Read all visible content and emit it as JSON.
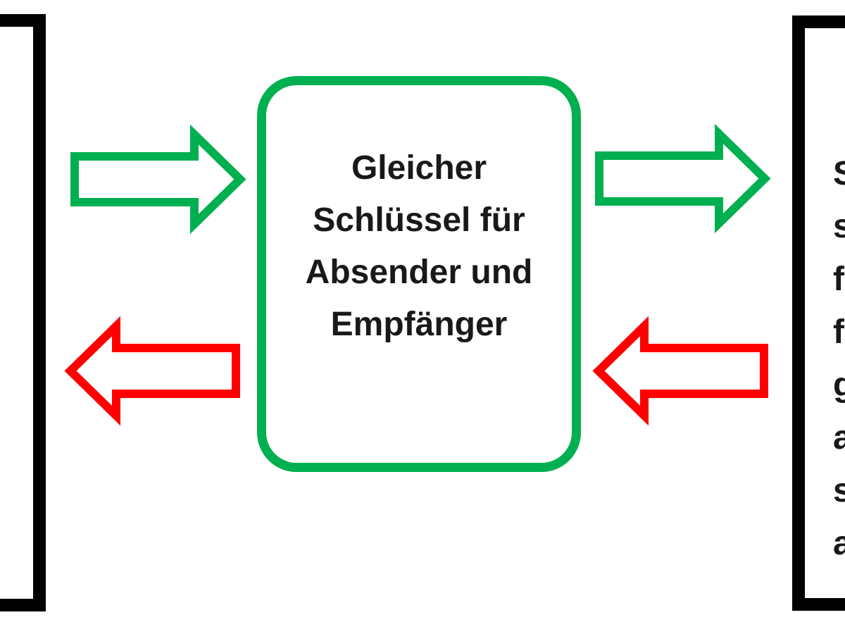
{
  "colors": {
    "green": "#00B050",
    "red": "#FF0000",
    "box_border": "#000000",
    "text": "#191919",
    "background": "#FFFFFF"
  },
  "center_box": {
    "lines": [
      "Gleicher",
      "Schlüssel für",
      "Absender und",
      "Empfänger"
    ]
  },
  "right_box": {
    "visible_line_fragments": [
      "S",
      "s",
      "f",
      "f",
      "g",
      "a",
      "s",
      "a"
    ]
  },
  "arrows": {
    "top_left": "green, points right",
    "top_right": "green, points right",
    "bottom_left": "red, points left",
    "bottom_right": "red, points left"
  }
}
